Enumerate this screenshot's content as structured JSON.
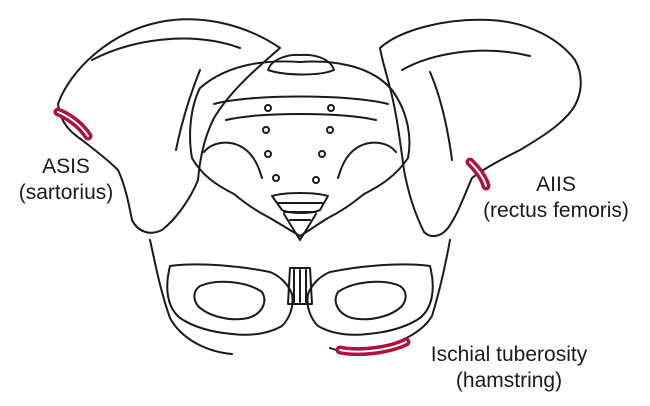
{
  "labels": {
    "asis": {
      "line1": "ASIS",
      "line2": "(sartorius)"
    },
    "aiis": {
      "line1": "AIIS",
      "line2": "(rectus femoris)"
    },
    "ischial": {
      "line1": "Ischial tuberosity",
      "line2": "(hamstring)"
    }
  },
  "colors": {
    "outline": "#1a1a1a",
    "attachment": "#b0103c",
    "background": "#ffffff"
  }
}
